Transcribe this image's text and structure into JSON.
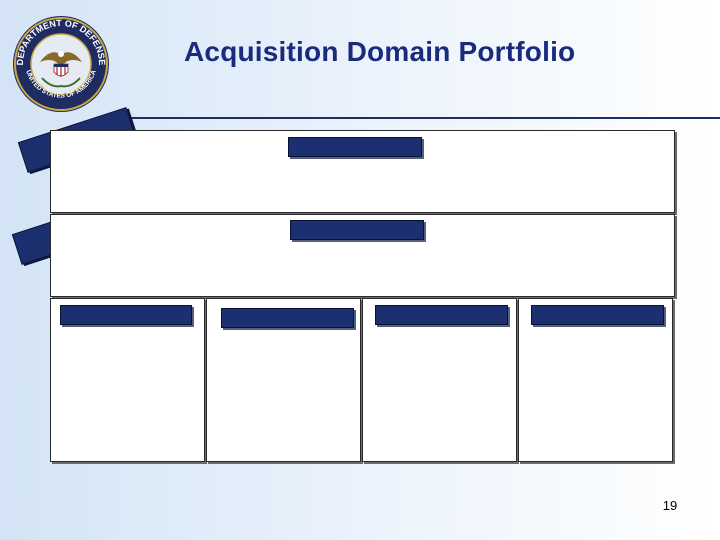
{
  "slide": {
    "title": "Acquisition Domain Portfolio",
    "page_number": "19"
  },
  "seal": {
    "icon": "dod-seal-icon",
    "lettering_top": "DEPARTMENT OF DEFENSE",
    "lettering_bottom": "UNITED STATES OF AMERICA"
  },
  "colors": {
    "title": "#1a2a7c",
    "bar": "#1c2f70",
    "rule": "#1e2c6a",
    "background_left": "#d3e4f6"
  }
}
